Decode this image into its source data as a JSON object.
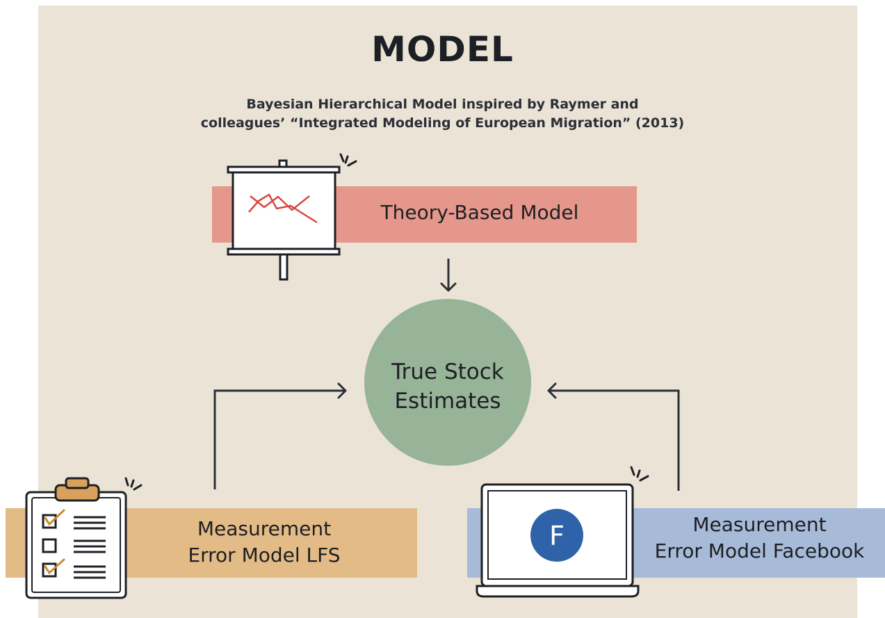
{
  "title": "MODEL",
  "subtitle": {
    "line1": "Bayesian Hierarchical Model inspired by Raymer and",
    "line2": "colleagues’ “Integrated Modeling of European Migration” (2013)"
  },
  "nodes": {
    "theory": {
      "label": "Theory-Based Model"
    },
    "center": {
      "line1": "True Stock",
      "line2": "Estimates"
    },
    "lfs": {
      "line1": "Measurement",
      "line2": "Error Model LFS"
    },
    "facebook": {
      "line1": "Measurement",
      "line2": "Error Model Facebook",
      "icon_letter": "F"
    }
  },
  "colors": {
    "background": "#ebe3d6",
    "theory_band": "#e4978a",
    "lfs_band": "#e3bb86",
    "facebook_band": "#a7bad8",
    "center_circle": "#97b498",
    "facebook_icon": "#2f63a9",
    "chart_lines": "#d9473e",
    "check_marks": "#c98c32",
    "clipboard_clip": "#d9a15b"
  },
  "icons": [
    "presentation-board-icon",
    "clipboard-checklist-icon",
    "laptop-icon",
    "facebook-logo-icon"
  ]
}
